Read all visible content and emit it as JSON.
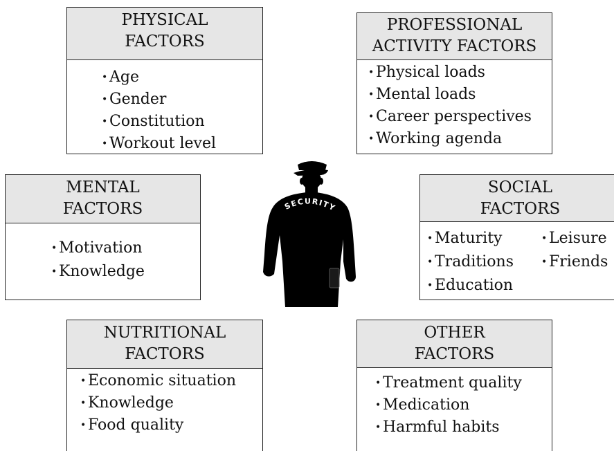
{
  "boxes": {
    "physical": {
      "title_line1": "PHYSICAL",
      "title_line2": "FACTORS",
      "items": [
        "Age",
        "Gender",
        "Constitution",
        "Workout level"
      ]
    },
    "professional": {
      "title_line1": "PROFESSIONAL",
      "title_line2": "ACTIVITY FACTORS",
      "items": [
        "Physical loads",
        "Mental loads",
        "Career perspectives",
        "Working agenda"
      ]
    },
    "mental": {
      "title_line1": "MENTAL",
      "title_line2": "FACTORS",
      "items": [
        "Motivation",
        "Knowledge"
      ]
    },
    "social": {
      "title_line1": "SOCIAL",
      "title_line2": "FACTORS",
      "items_left": [
        "Maturity",
        "Traditions",
        "Education"
      ],
      "items_right": [
        "Leisure",
        "Friends"
      ]
    },
    "nutritional": {
      "title_line1": "NUTRITIONAL",
      "title_line2": "FACTORS",
      "items": [
        "Economic situation",
        "Knowledge",
        "Food quality"
      ]
    },
    "other": {
      "title_line1": "OTHER",
      "title_line2": "FACTORS",
      "items": [
        "Treatment quality",
        "Medication",
        "Harmful habits"
      ]
    }
  },
  "figure": {
    "icon": "security-guard-silhouette-icon",
    "jacket_text": "SECURITY"
  }
}
